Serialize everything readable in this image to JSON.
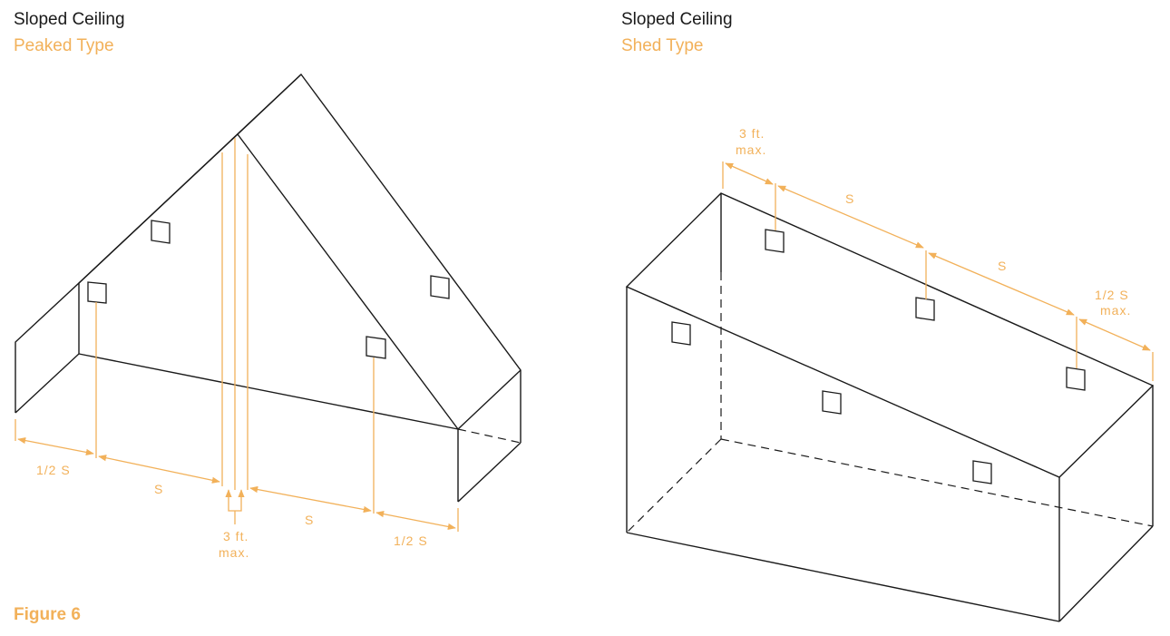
{
  "colors": {
    "accent": "#F2B15A",
    "line": "#1a1a1a",
    "text": "#1a1a1a"
  },
  "left_panel": {
    "title": "Sloped Ceiling",
    "subtitle": "Peaked Type",
    "labels": {
      "half_s_left": "1/2 S",
      "s_left": "S",
      "max_3ft_line1": "3 ft.",
      "max_3ft_line2": "max.",
      "s_right": "S",
      "half_s_right": "1/2 S"
    }
  },
  "right_panel": {
    "title": "Sloped Ceiling",
    "subtitle": "Shed Type",
    "labels": {
      "max_3ft_line1": "3 ft.",
      "max_3ft_line2": "max.",
      "s_first": "S",
      "s_second": "S",
      "half_s_line1": "1/2 S",
      "half_s_line2": "max."
    }
  },
  "figure_caption": "Figure 6"
}
